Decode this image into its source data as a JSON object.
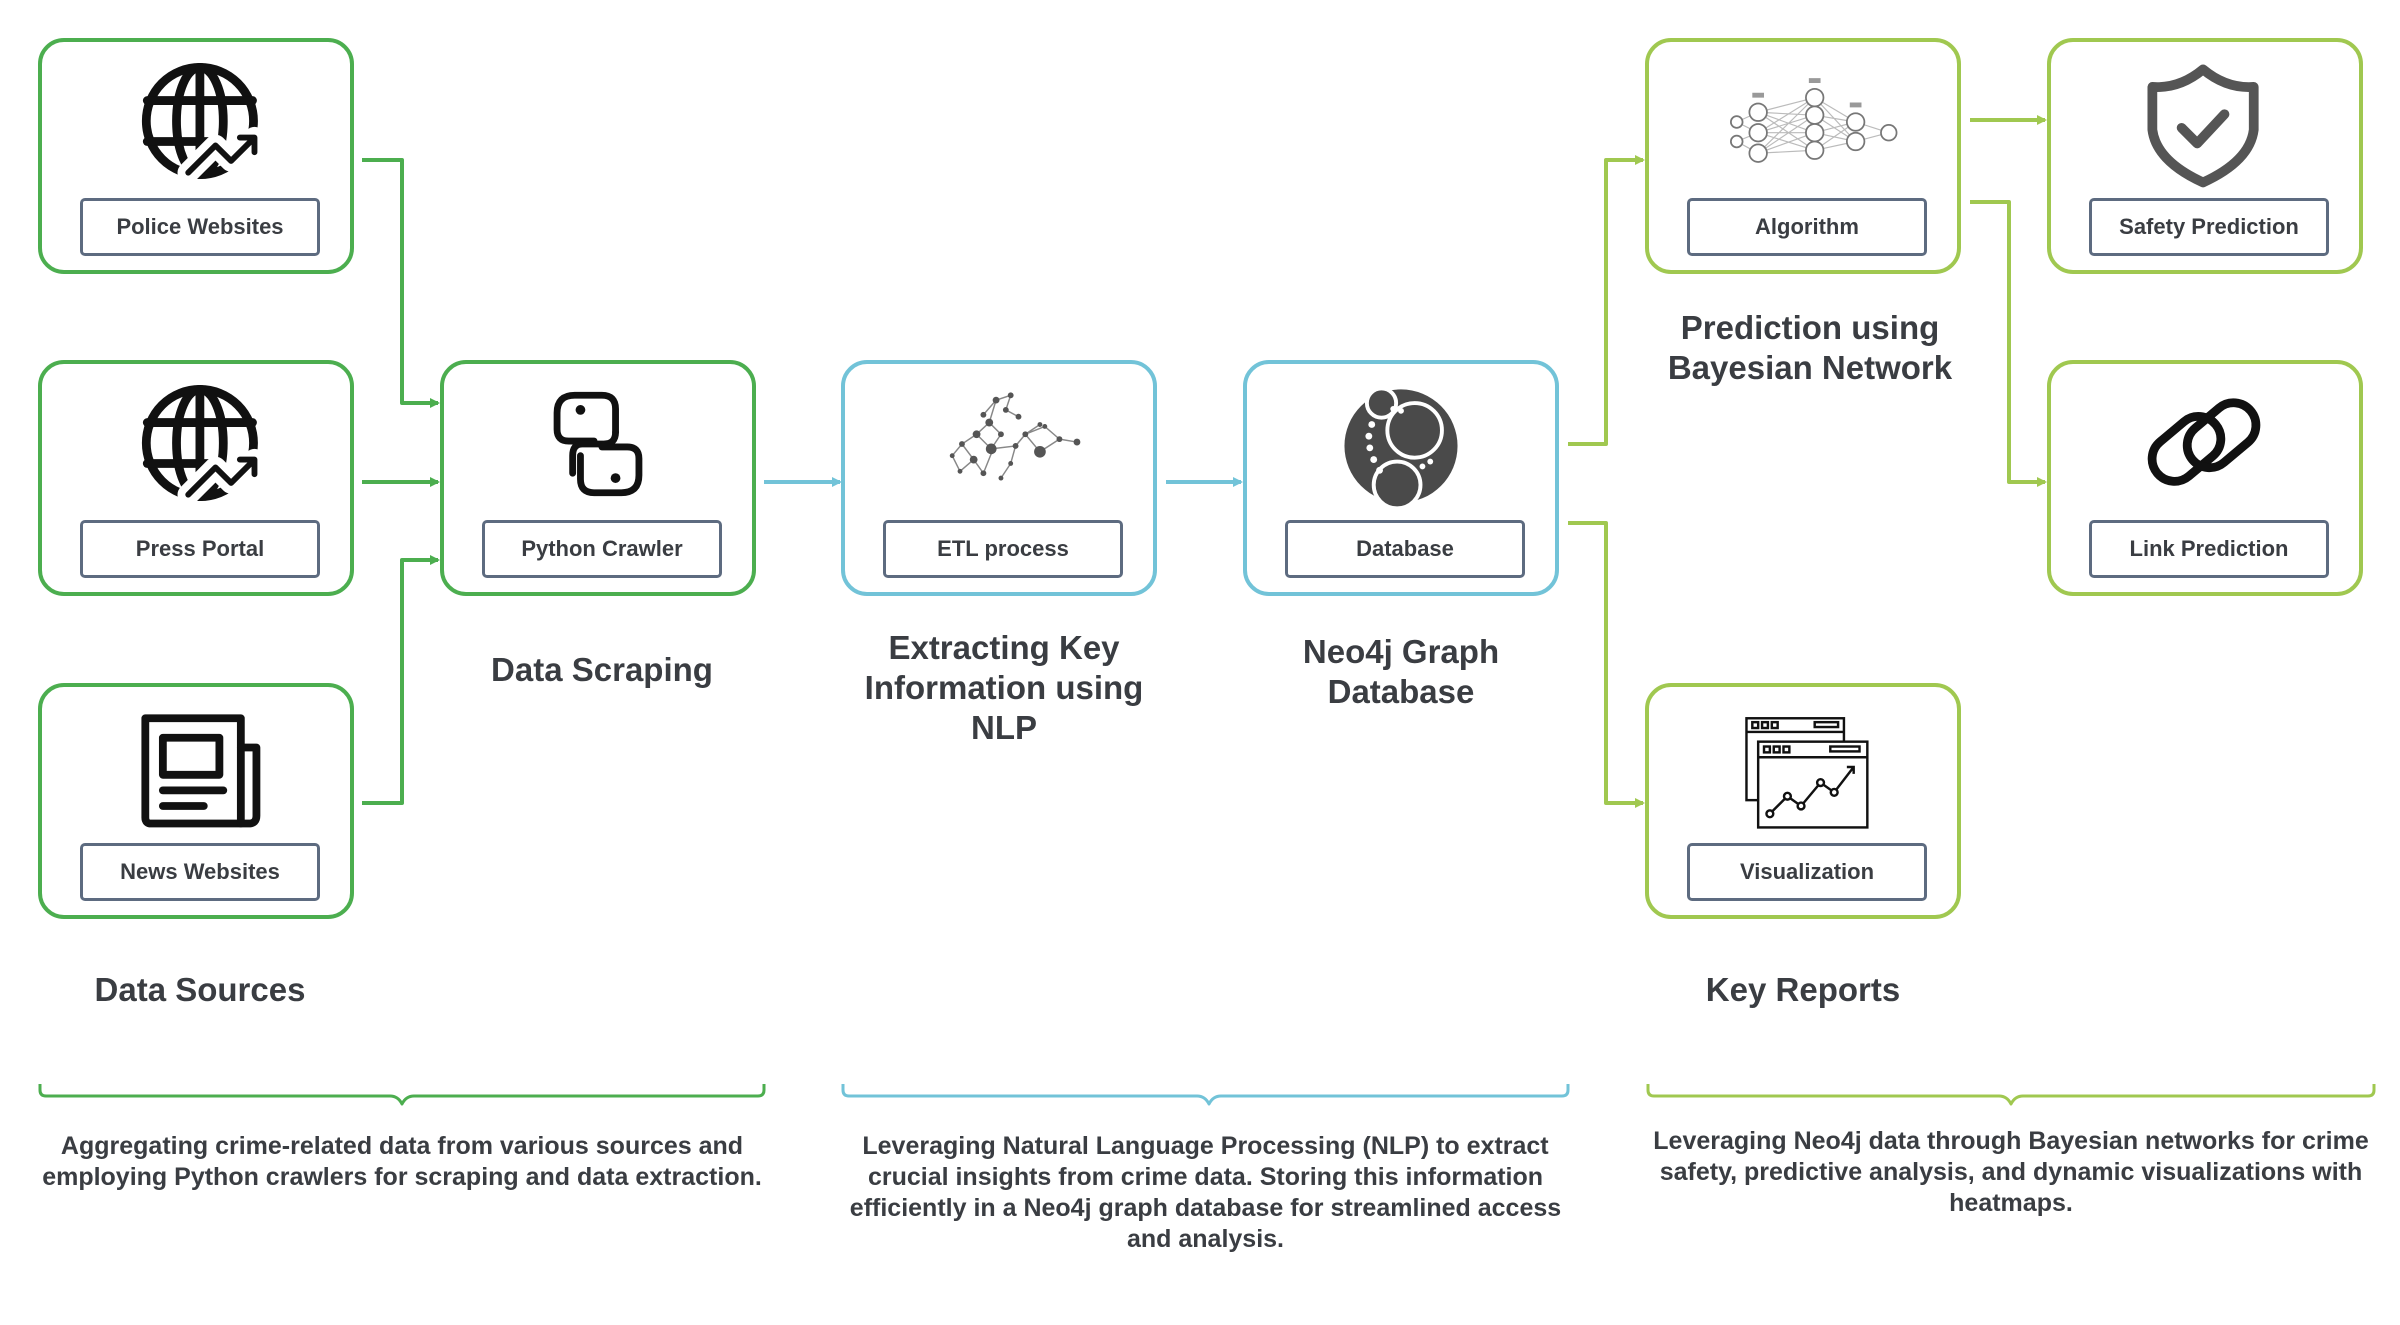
{
  "colors": {
    "dark_green": "#4cae4f",
    "blue": "#72c3d8",
    "light_green": "#a0c850",
    "label_border": "#5d6b80",
    "text": "#3a3d42"
  },
  "nodes": {
    "police": {
      "label": "Police Websites",
      "icon": "globe-trend-icon"
    },
    "press": {
      "label": "Press Portal",
      "icon": "globe-trend-icon"
    },
    "news": {
      "label": "News Websites",
      "icon": "newspaper-icon"
    },
    "crawler": {
      "label": "Python Crawler",
      "icon": "python-icon"
    },
    "etl": {
      "label": "ETL process",
      "icon": "graph-network-icon"
    },
    "database": {
      "label": "Database",
      "icon": "neo4j-icon"
    },
    "algorithm": {
      "label": "Algorithm",
      "icon": "neural-network-icon"
    },
    "safety": {
      "label": "Safety Prediction",
      "icon": "shield-check-icon"
    },
    "link": {
      "label": "Link Prediction",
      "icon": "chain-link-icon"
    },
    "visualization": {
      "label": "Visualization",
      "icon": "dashboard-chart-icon"
    }
  },
  "titles": {
    "data_sources": "Data Sources",
    "data_scraping": "Data Scraping",
    "extracting": "Extracting Key Information using NLP",
    "neo4j": "Neo4j Graph Database",
    "prediction": "Prediction using Bayesian Network",
    "key_reports": "Key Reports"
  },
  "descriptions": {
    "left": "Aggregating crime-related data from various sources and employing Python crawlers for scraping and data extraction.",
    "middle": "Leveraging Natural Language Processing (NLP) to extract crucial insights from crime data. Storing this information efficiently in a Neo4j graph database for streamlined access and analysis.",
    "right": "Leveraging Neo4j data through Bayesian networks for crime safety, predictive analysis, and dynamic visualizations with heatmaps."
  }
}
